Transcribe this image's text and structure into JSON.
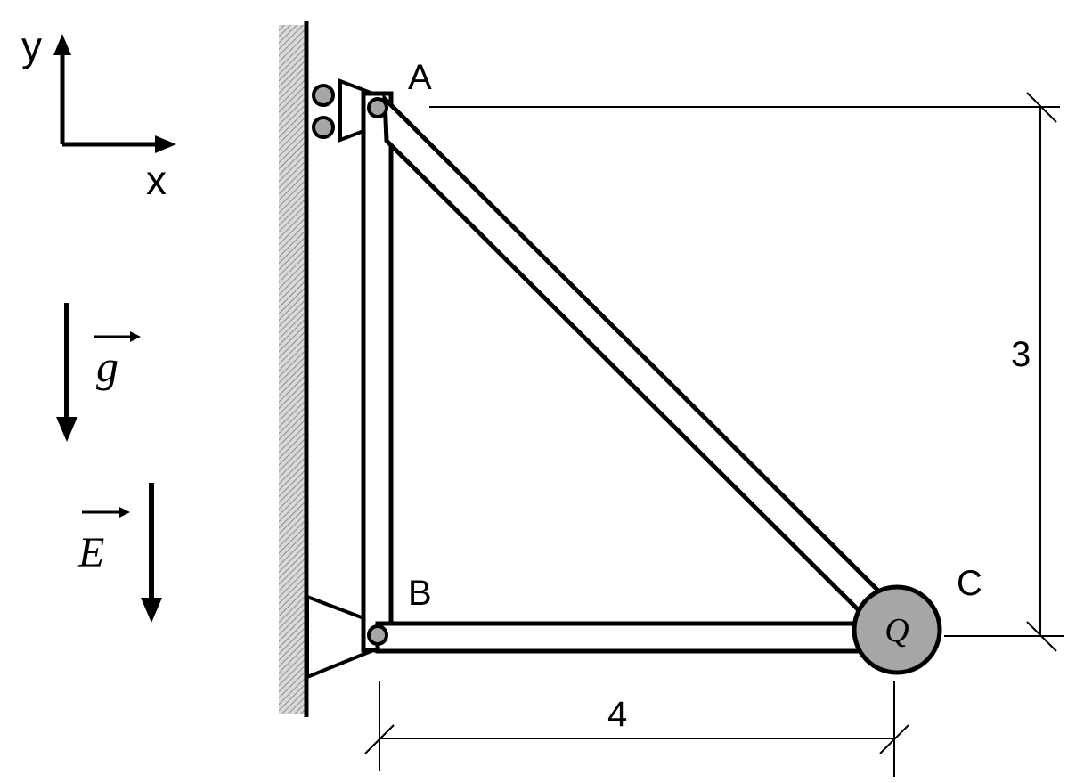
{
  "axes_labels": {
    "y": "y",
    "x": "x"
  },
  "vectors": {
    "gravity": "g",
    "field": "E"
  },
  "points": {
    "A": "A",
    "B": "B",
    "C": "C"
  },
  "charge": "Q",
  "dimensions": {
    "vertical": "3",
    "horizontal": "4"
  },
  "colors": {
    "ink": "#000000",
    "pin_fill": "#a6a6a6",
    "charge_fill": "#a6a6a6",
    "wall_hatch": "#8c8c8c"
  }
}
